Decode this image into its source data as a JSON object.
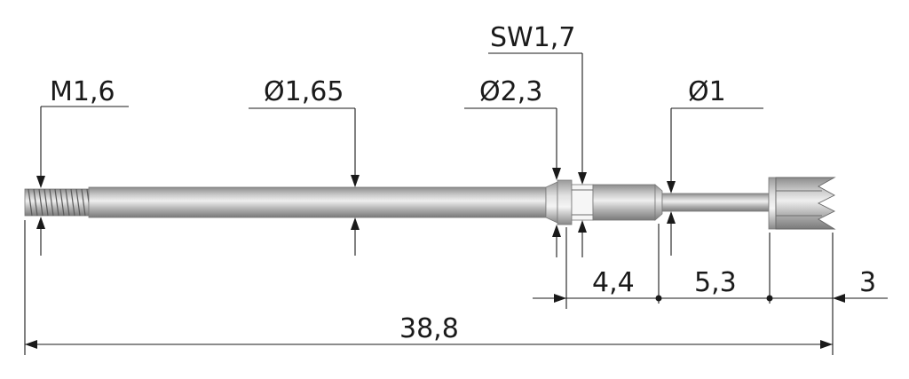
{
  "drawing": {
    "labels": {
      "thread": "M1,6",
      "shaft_diameter": "Ø1,65",
      "collar_diameter": "Ø2,3",
      "wrench_size": "SW1,7",
      "tip_diameter": "Ø1",
      "length_a": "4,4",
      "length_b": "5,3",
      "length_c": "3",
      "total_length": "38,8"
    },
    "colors": {
      "metal_dark": "#7a7a7a",
      "metal_light": "#e9e9e9",
      "line": "#1a1a1a"
    }
  }
}
